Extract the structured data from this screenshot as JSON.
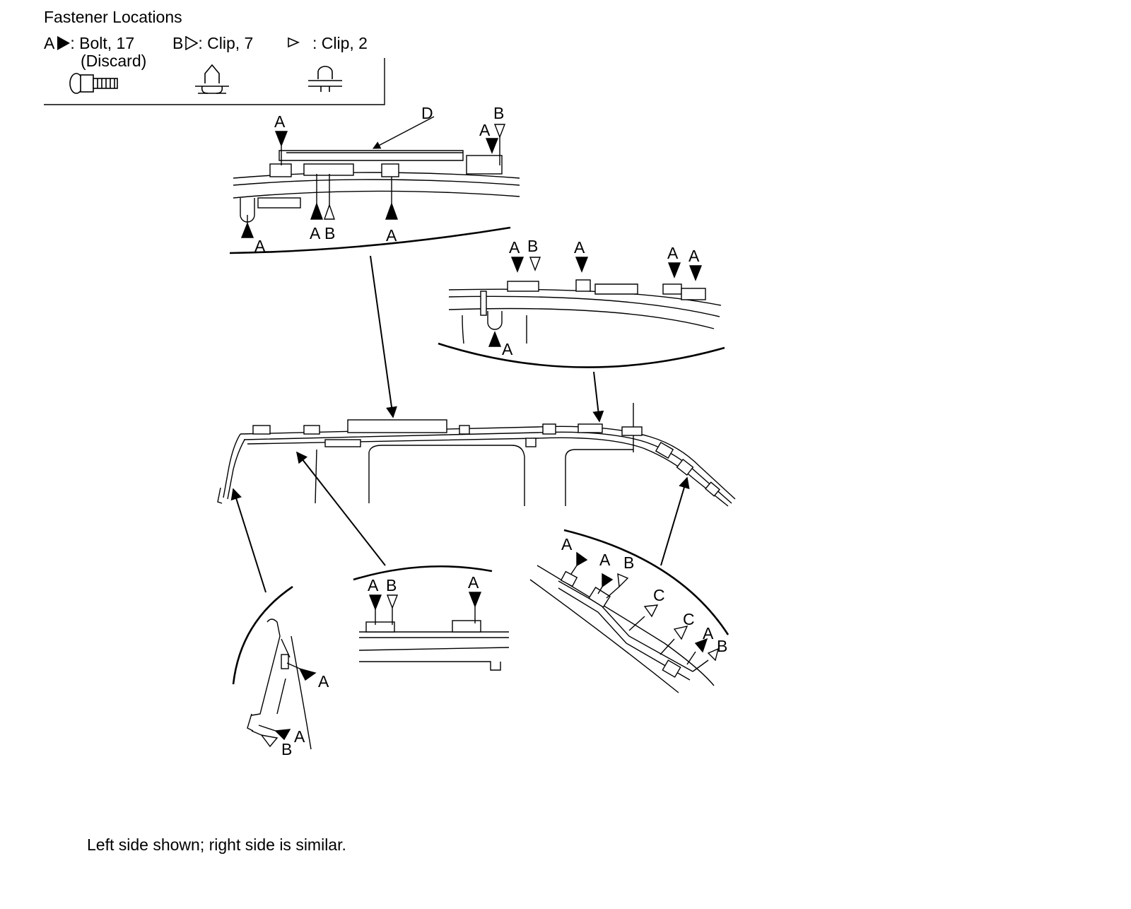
{
  "title": "Fastener Locations",
  "legend": {
    "a_prefix": "A",
    "a_text": ": Bolt, 17",
    "a_sub": "(Discard)",
    "b_prefix": "B",
    "b_text": ": Clip, 7",
    "c_text": ": Clip, 2"
  },
  "labels": {
    "a": "A",
    "b": "B",
    "c": "C",
    "d": "D"
  },
  "footnote": "Left side shown; right side is similar.",
  "colors": {
    "ink": "#000000",
    "background": "#ffffff"
  },
  "icons": [
    "bolt-icon",
    "clip-icon",
    "small-clip-icon",
    "filled-triangle-marker",
    "open-triangle-marker"
  ]
}
